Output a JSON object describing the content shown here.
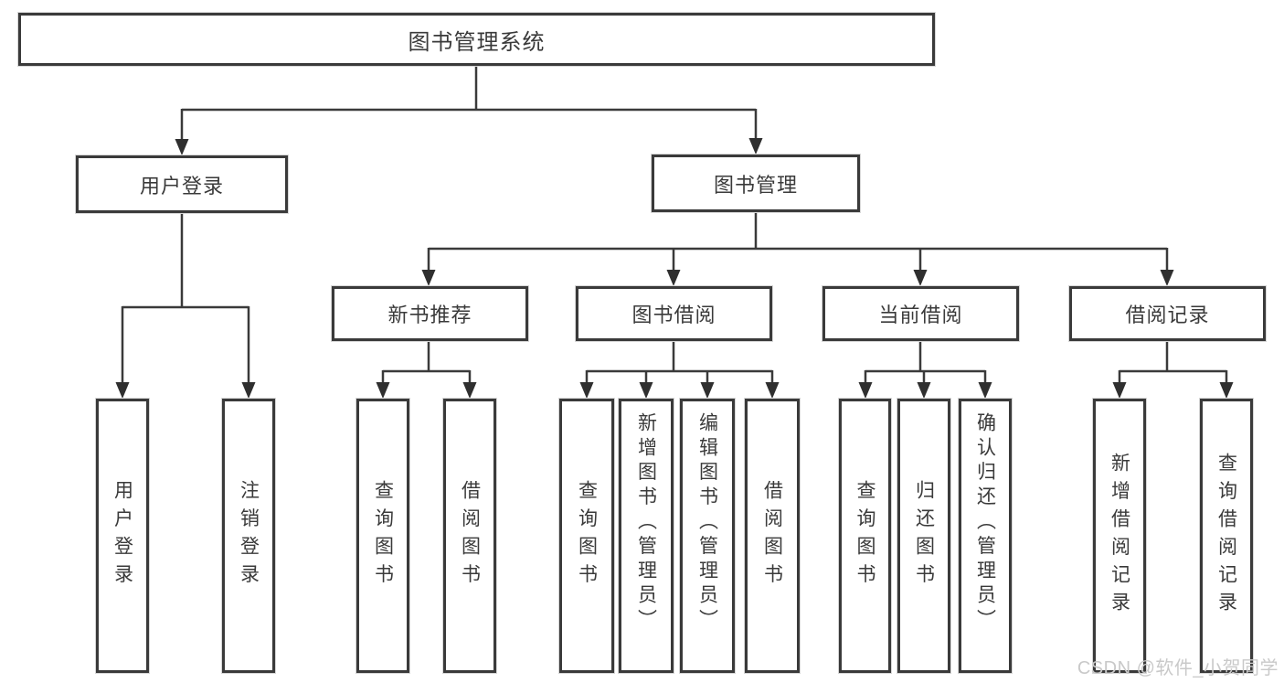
{
  "diagram": {
    "type": "hierarchy-tree",
    "root": "图书管理系统",
    "level2": {
      "user_login": "用户登录",
      "book_mgmt": "图书管理"
    },
    "login_leaves": [
      "用户登录",
      "注销登录"
    ],
    "groups": [
      {
        "title": "新书推荐",
        "leaves": [
          "查询图书",
          "借阅图书"
        ]
      },
      {
        "title": "图书借阅",
        "leaves": [
          "查询图书",
          "新增图书（管理员）",
          "编辑图书（管理员）",
          "借阅图书"
        ]
      },
      {
        "title": "当前借阅",
        "leaves": [
          "查询图书",
          "归还图书",
          "确认归还（管理员）"
        ]
      },
      {
        "title": "借阅记录",
        "leaves": [
          "新增借阅记录",
          "查询借阅记录"
        ]
      }
    ]
  },
  "colors": {
    "line": "#3a3a3a",
    "border": "#3a3a3a",
    "text": "#3a3a3a",
    "background": "#ffffff",
    "watermark": "#c9c9c9"
  },
  "watermark": "CSDN @软件_小贺同学"
}
